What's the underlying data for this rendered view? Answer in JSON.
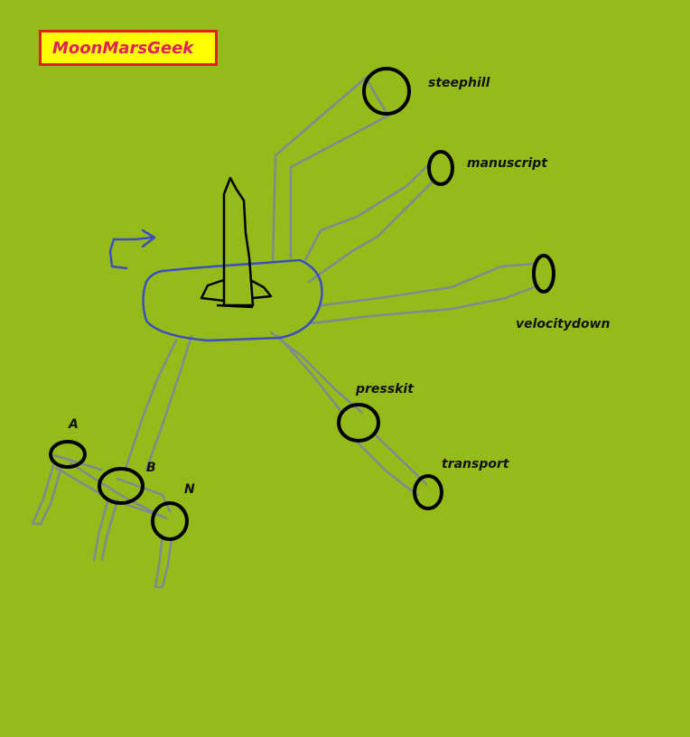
{
  "brand": {
    "text": "MoonMarsGeek"
  },
  "labels": {
    "steephill": "steephill",
    "manuscript": "manuscript",
    "velocitydown": "velocitydown",
    "presskit": "presskit",
    "transport": "transport",
    "a": "A",
    "b": "B",
    "n": "N"
  },
  "colors": {
    "background": "#94bb19",
    "logo_bg": "#ffff00",
    "logo_border": "#e02020",
    "logo_text": "#e0205a",
    "hub_outline": "#3b4ec0",
    "rocket_outline": "#000000",
    "node_outline": "#000000",
    "path_lines": "#808890"
  }
}
